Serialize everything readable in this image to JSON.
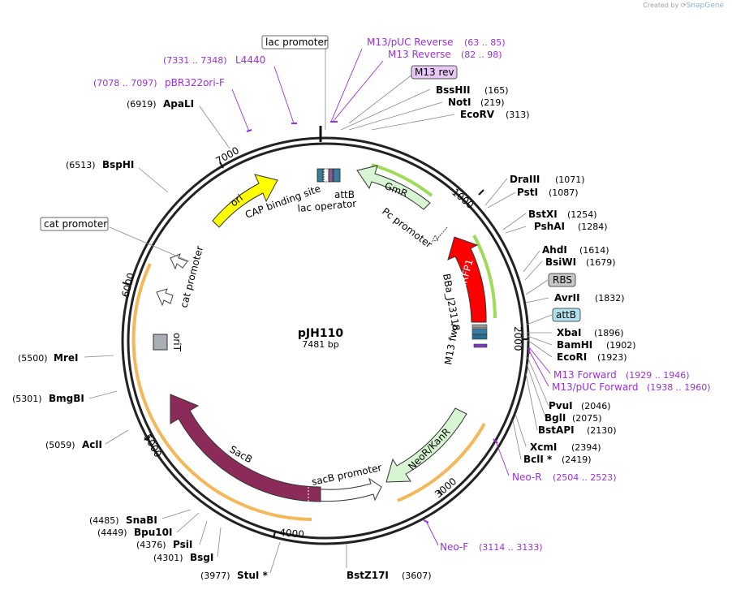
{
  "credit": {
    "prefix": "Created by",
    "brand": "SnapGene"
  },
  "plasmid": {
    "name": "pJH110",
    "length": "7481 bp"
  },
  "enzymes_right": [
    {
      "name": "BssHII",
      "pos": "(165)"
    },
    {
      "name": "NotI",
      "pos": "(219)"
    },
    {
      "name": "EcoRV",
      "pos": "(313)"
    },
    {
      "name": "DraIII",
      "pos": "(1071)"
    },
    {
      "name": "PstI",
      "pos": "(1087)"
    },
    {
      "name": "BstXI",
      "pos": "(1254)"
    },
    {
      "name": "PshAI",
      "pos": "(1284)"
    },
    {
      "name": "AhdI",
      "pos": "(1614)"
    },
    {
      "name": "BsiWI",
      "pos": "(1679)"
    },
    {
      "name": "AvrII",
      "pos": "(1832)"
    },
    {
      "name": "XbaI",
      "pos": "(1896)"
    },
    {
      "name": "BamHI",
      "pos": "(1902)"
    },
    {
      "name": "EcoRI",
      "pos": "(1923)"
    },
    {
      "name": "PvuI",
      "pos": "(2046)"
    },
    {
      "name": "BglI",
      "pos": "(2075)"
    },
    {
      "name": "BstAPI",
      "pos": "(2130)"
    },
    {
      "name": "XcmI",
      "pos": "(2394)"
    },
    {
      "name": "BclI *",
      "pos": "(2419)"
    }
  ],
  "enzymes_left": [
    {
      "name": "ApaLI",
      "pos": "(6919)"
    },
    {
      "name": "BspHI",
      "pos": "(6513)"
    },
    {
      "name": "MreI",
      "pos": "(5500)"
    },
    {
      "name": "BmgBI",
      "pos": "(5301)"
    },
    {
      "name": "AclI",
      "pos": "(5059)"
    },
    {
      "name": "SnaBI",
      "pos": "(4485)"
    },
    {
      "name": "Bpu10I",
      "pos": "(4449)"
    },
    {
      "name": "PsiI",
      "pos": "(4376)"
    },
    {
      "name": "BsgI",
      "pos": "(4301)"
    },
    {
      "name": "StuI *",
      "pos": "(3977)"
    }
  ],
  "enzyme_bottom": {
    "name": "BstZ17I",
    "pos": "(3607)"
  },
  "primers": [
    {
      "name": "M13/pUC Reverse",
      "pos": "(63 .. 85)"
    },
    {
      "name": "M13 Reverse",
      "pos": "(82 .. 98)"
    },
    {
      "name": "L4440",
      "pos": "(7331 .. 7348)"
    },
    {
      "name": "pBR322ori-F",
      "pos": "(7078 .. 7097)"
    },
    {
      "name": "M13 Forward",
      "pos": "(1929 .. 1946)"
    },
    {
      "name": "M13/pUC Forward",
      "pos": "(1938 .. 1960)"
    },
    {
      "name": "Neo-R",
      "pos": "(2504 .. 2523)"
    },
    {
      "name": "Neo-F",
      "pos": "(3114 .. 3133)"
    }
  ],
  "boxed_labels": {
    "lac_promoter": "lac promoter",
    "m13_rev": "M13 rev",
    "rbs": "RBS",
    "attb": "attB",
    "cat_promoter": "cat promoter"
  },
  "features": {
    "ori": "ori",
    "cap_binding_site": "CAP binding site",
    "lac_operator": "lac operator",
    "attb_inner": "attB",
    "gmr": "GmR",
    "pc_promoter": "Pc promoter",
    "mrfp1": "mRFP1",
    "bba": "BBa_J23118",
    "m13_fwd": "M13 fwd",
    "cat_promoter_inner": "cat promoter",
    "orit": "oriT",
    "sacb": "SacB",
    "sacb_promoter": "sacB promoter",
    "neor": "NeoR/KanR"
  },
  "ticks": [
    "1000",
    "2000",
    "3000",
    "4000",
    "5000",
    "6000",
    "7000"
  ],
  "colors": {
    "backbone": "#222222",
    "primer": "#9b30d9",
    "ori": "#ffff00",
    "gmr": "#d7f5d2",
    "mrfp1": "#ff0000",
    "sacb": "#8c2a5a",
    "neor": "#d7f5d2",
    "orit": "#a8aeb4",
    "orange_highlight": "#f4b75a",
    "green_highlight": "#8fd33c",
    "rbs_box": "#c8c8c8",
    "attb_box": "#aee0ee",
    "m13rev_box": "#e6c8f5"
  }
}
